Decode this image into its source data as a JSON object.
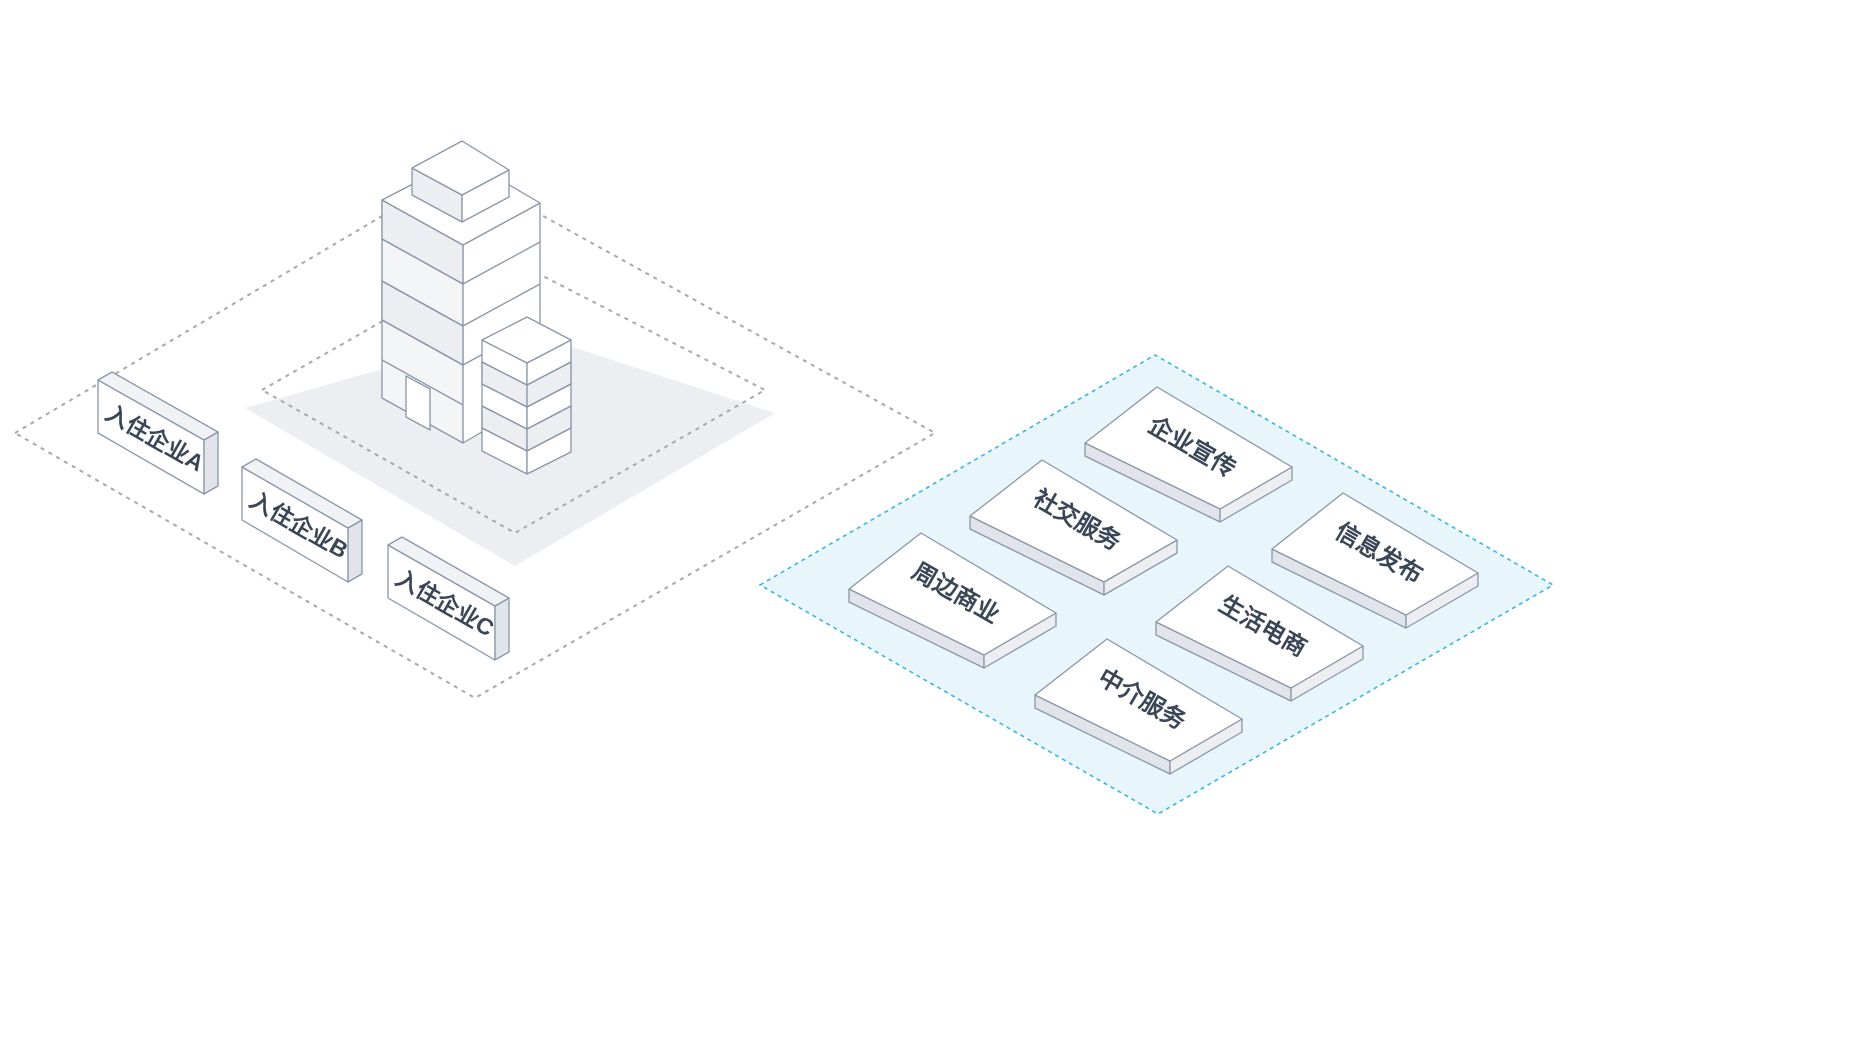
{
  "tenants": [
    {
      "id": "a",
      "label": "入住企业A"
    },
    {
      "id": "b",
      "label": "入住企业B"
    },
    {
      "id": "c",
      "label": "入住企业C"
    }
  ],
  "services": [
    {
      "id": "promo",
      "label": "企业宣传"
    },
    {
      "id": "social",
      "label": "社交服务"
    },
    {
      "id": "info",
      "label": "信息发布"
    },
    {
      "id": "nearby",
      "label": "周边商业"
    },
    {
      "id": "ecommerce",
      "label": "生活电商"
    },
    {
      "id": "agency",
      "label": "中介服务"
    }
  ],
  "colors": {
    "line": "#8a96a8",
    "face_light": "#ffffff",
    "face_shade": "#eceef2",
    "face_dark": "#e1e4ea",
    "dotted": "#a8a8a8",
    "service_zone_fill": "#e8f6fc",
    "service_zone_border": "#35b6e3"
  }
}
